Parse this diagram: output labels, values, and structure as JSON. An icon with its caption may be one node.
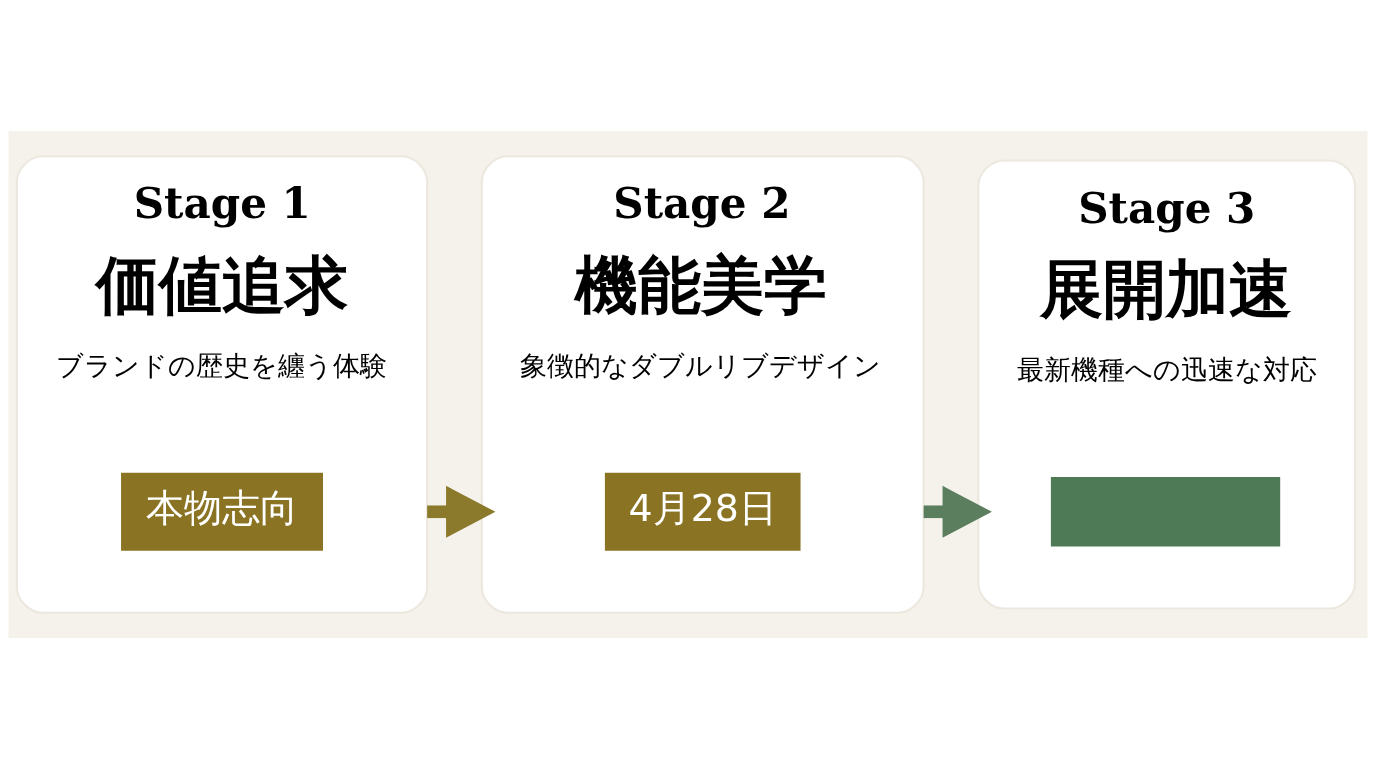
{
  "diagram": {
    "nodes": [
      {
        "text": [
          "Stage 1",
          "価値追求",
          "ブランドの歴史を纏う体験"
        ]
      },
      {
        "text": [
          "本物志向"
        ],
        "in": 0
      },
      {
        "text": [
          "Stage 2",
          "機能美学",
          "象徴的なダブルリブデザイン"
        ]
      },
      {
        "text": [
          "4月28日"
        ],
        "in": 2
      },
      {
        "text": [
          "Stage 3",
          "展開加速",
          "最新機種への迅速な対応"
        ]
      },
      {
        "text": [],
        "shape": "box",
        "in": 4
      }
    ],
    "edges": [
      {
        "from": 0,
        "to": 2,
        "arrow": "to",
        "color": "#8b7a2b"
      },
      {
        "from": 2,
        "to": 4,
        "arrow": "to",
        "color": "#5b7f5e"
      }
    ]
  }
}
